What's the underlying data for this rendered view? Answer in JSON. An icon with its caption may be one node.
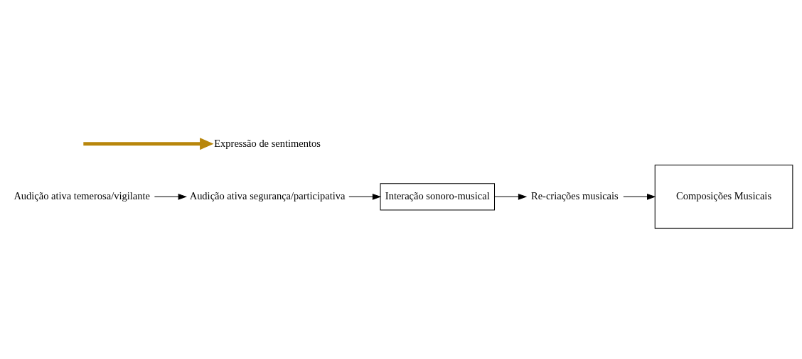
{
  "diagram": {
    "nodes": [
      {
        "text": [
          "Audição ativa temerosa/vigilante"
        ]
      },
      {
        "text": [
          "Audição ativa segurança/participativa"
        ]
      },
      {
        "text": [
          "Interação sonoro-musical"
        ]
      },
      {
        "text": [
          "Re-criações musicais"
        ]
      },
      {
        "text": [
          "Composições Musicais"
        ]
      },
      {
        "text": [
          "Expressão de sentimentos"
        ]
      }
    ],
    "edges": [
      {
        "from": 0,
        "to": 1,
        "arrow": "to"
      },
      {
        "from": 1,
        "to": 2,
        "arrow": "to"
      },
      {
        "from": 2,
        "to": 3,
        "arrow": "to"
      },
      {
        "from": 3,
        "to": 4,
        "arrow": "to"
      },
      {
        "from": null,
        "to": 5,
        "arrow": "to",
        "style": "thick",
        "color": "#b8860b"
      }
    ]
  }
}
